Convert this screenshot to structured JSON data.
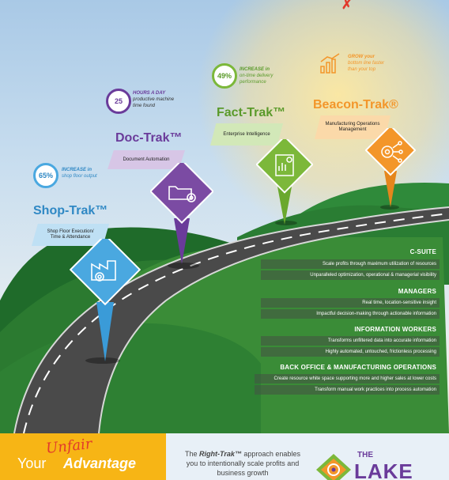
{
  "stats": {
    "hours": {
      "value": "25",
      "line1": "HOURS A DAY",
      "line2": "productive machine",
      "line3": "time found"
    },
    "on_time": {
      "value": "49%",
      "line1": "INCREASE in",
      "line2": "on-time delivery",
      "line3": "performance"
    },
    "floor": {
      "value": "65%",
      "line1": "INCREASE in",
      "line2": "shop floor output"
    },
    "growth": {
      "line1": "GROW your",
      "line2": "bottom line faster",
      "line3": "than your top"
    }
  },
  "products": {
    "shop": {
      "title": "Shop-Trak™",
      "desc1": "Shop Floor Execution/",
      "desc2": "Time & Attendance"
    },
    "doc": {
      "title": "Doc-Trak™",
      "desc1": "Document Automation"
    },
    "fact": {
      "title": "Fact-Trak™",
      "desc1": "Enterprise Intelligence"
    },
    "beacon": {
      "title": "Beacon-Trak®",
      "desc1": "Manufacturing Operations",
      "desc2": "Management"
    }
  },
  "sections": {
    "csuite": {
      "title": "C-SUITE",
      "items": [
        "Scale profits through maximum utilization of resources",
        "Unparalleled optimization, operational & managerial visibility"
      ]
    },
    "managers": {
      "title": "MANAGERS",
      "items": [
        "Real time, location-sensitive insight",
        "Impactful decision-making through actionable information"
      ]
    },
    "workers": {
      "title": "INFORMATION WORKERS",
      "items": [
        "Transforms unfiltered data into accurate information",
        "Highly automated, untouched, frictionless processing"
      ]
    },
    "backoffice": {
      "title": "BACK OFFICE & MANUFACTURING OPERATIONS",
      "items": [
        "Create resource white space supporting more and higher sales at lower costs",
        "Transform manual work practices into process automation"
      ]
    }
  },
  "footer": {
    "tag_your": "Your",
    "tag_unfair": "Unfair",
    "tag_advantage": "Advantage",
    "text_pre": "The ",
    "text_brand": "Right-Trak™",
    "text_post": " approach enables you to intentionally scale profits and business growth",
    "logo_the": "THE",
    "logo_lake": "LAKE"
  },
  "colors": {
    "shop": "#4aa8e0",
    "doc": "#7b4ba3",
    "fact": "#7cb83a",
    "beacon": "#f3962a",
    "grass_dark": "#1f6b2a",
    "grass": "#3f8f3a"
  }
}
